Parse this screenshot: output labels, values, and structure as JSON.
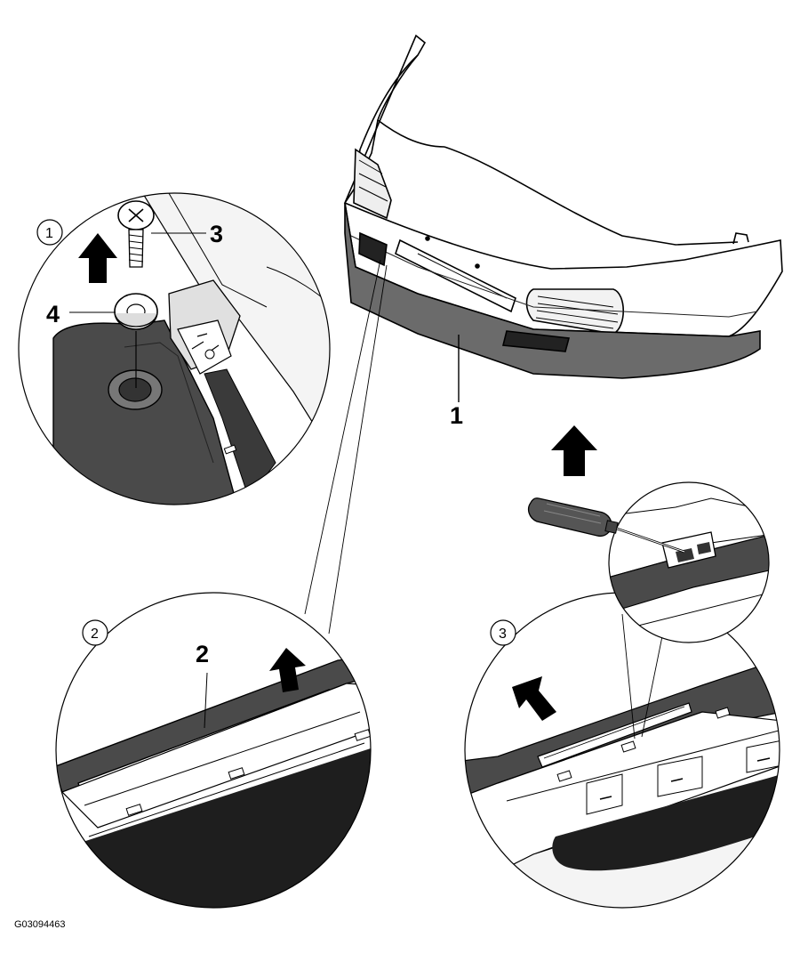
{
  "callouts": {
    "part_1": "1",
    "part_2": "2",
    "part_3": "3",
    "part_4": "4"
  },
  "steps": {
    "step_1": "1",
    "step_2": "2",
    "step_3": "3"
  },
  "figure_code": "G03094463",
  "colors": {
    "line": "#000000",
    "panel_dark": "#4a4a4a",
    "panel_mid": "#7a7a7a",
    "panel_light": "#d9d9d9",
    "background": "#ffffff"
  }
}
